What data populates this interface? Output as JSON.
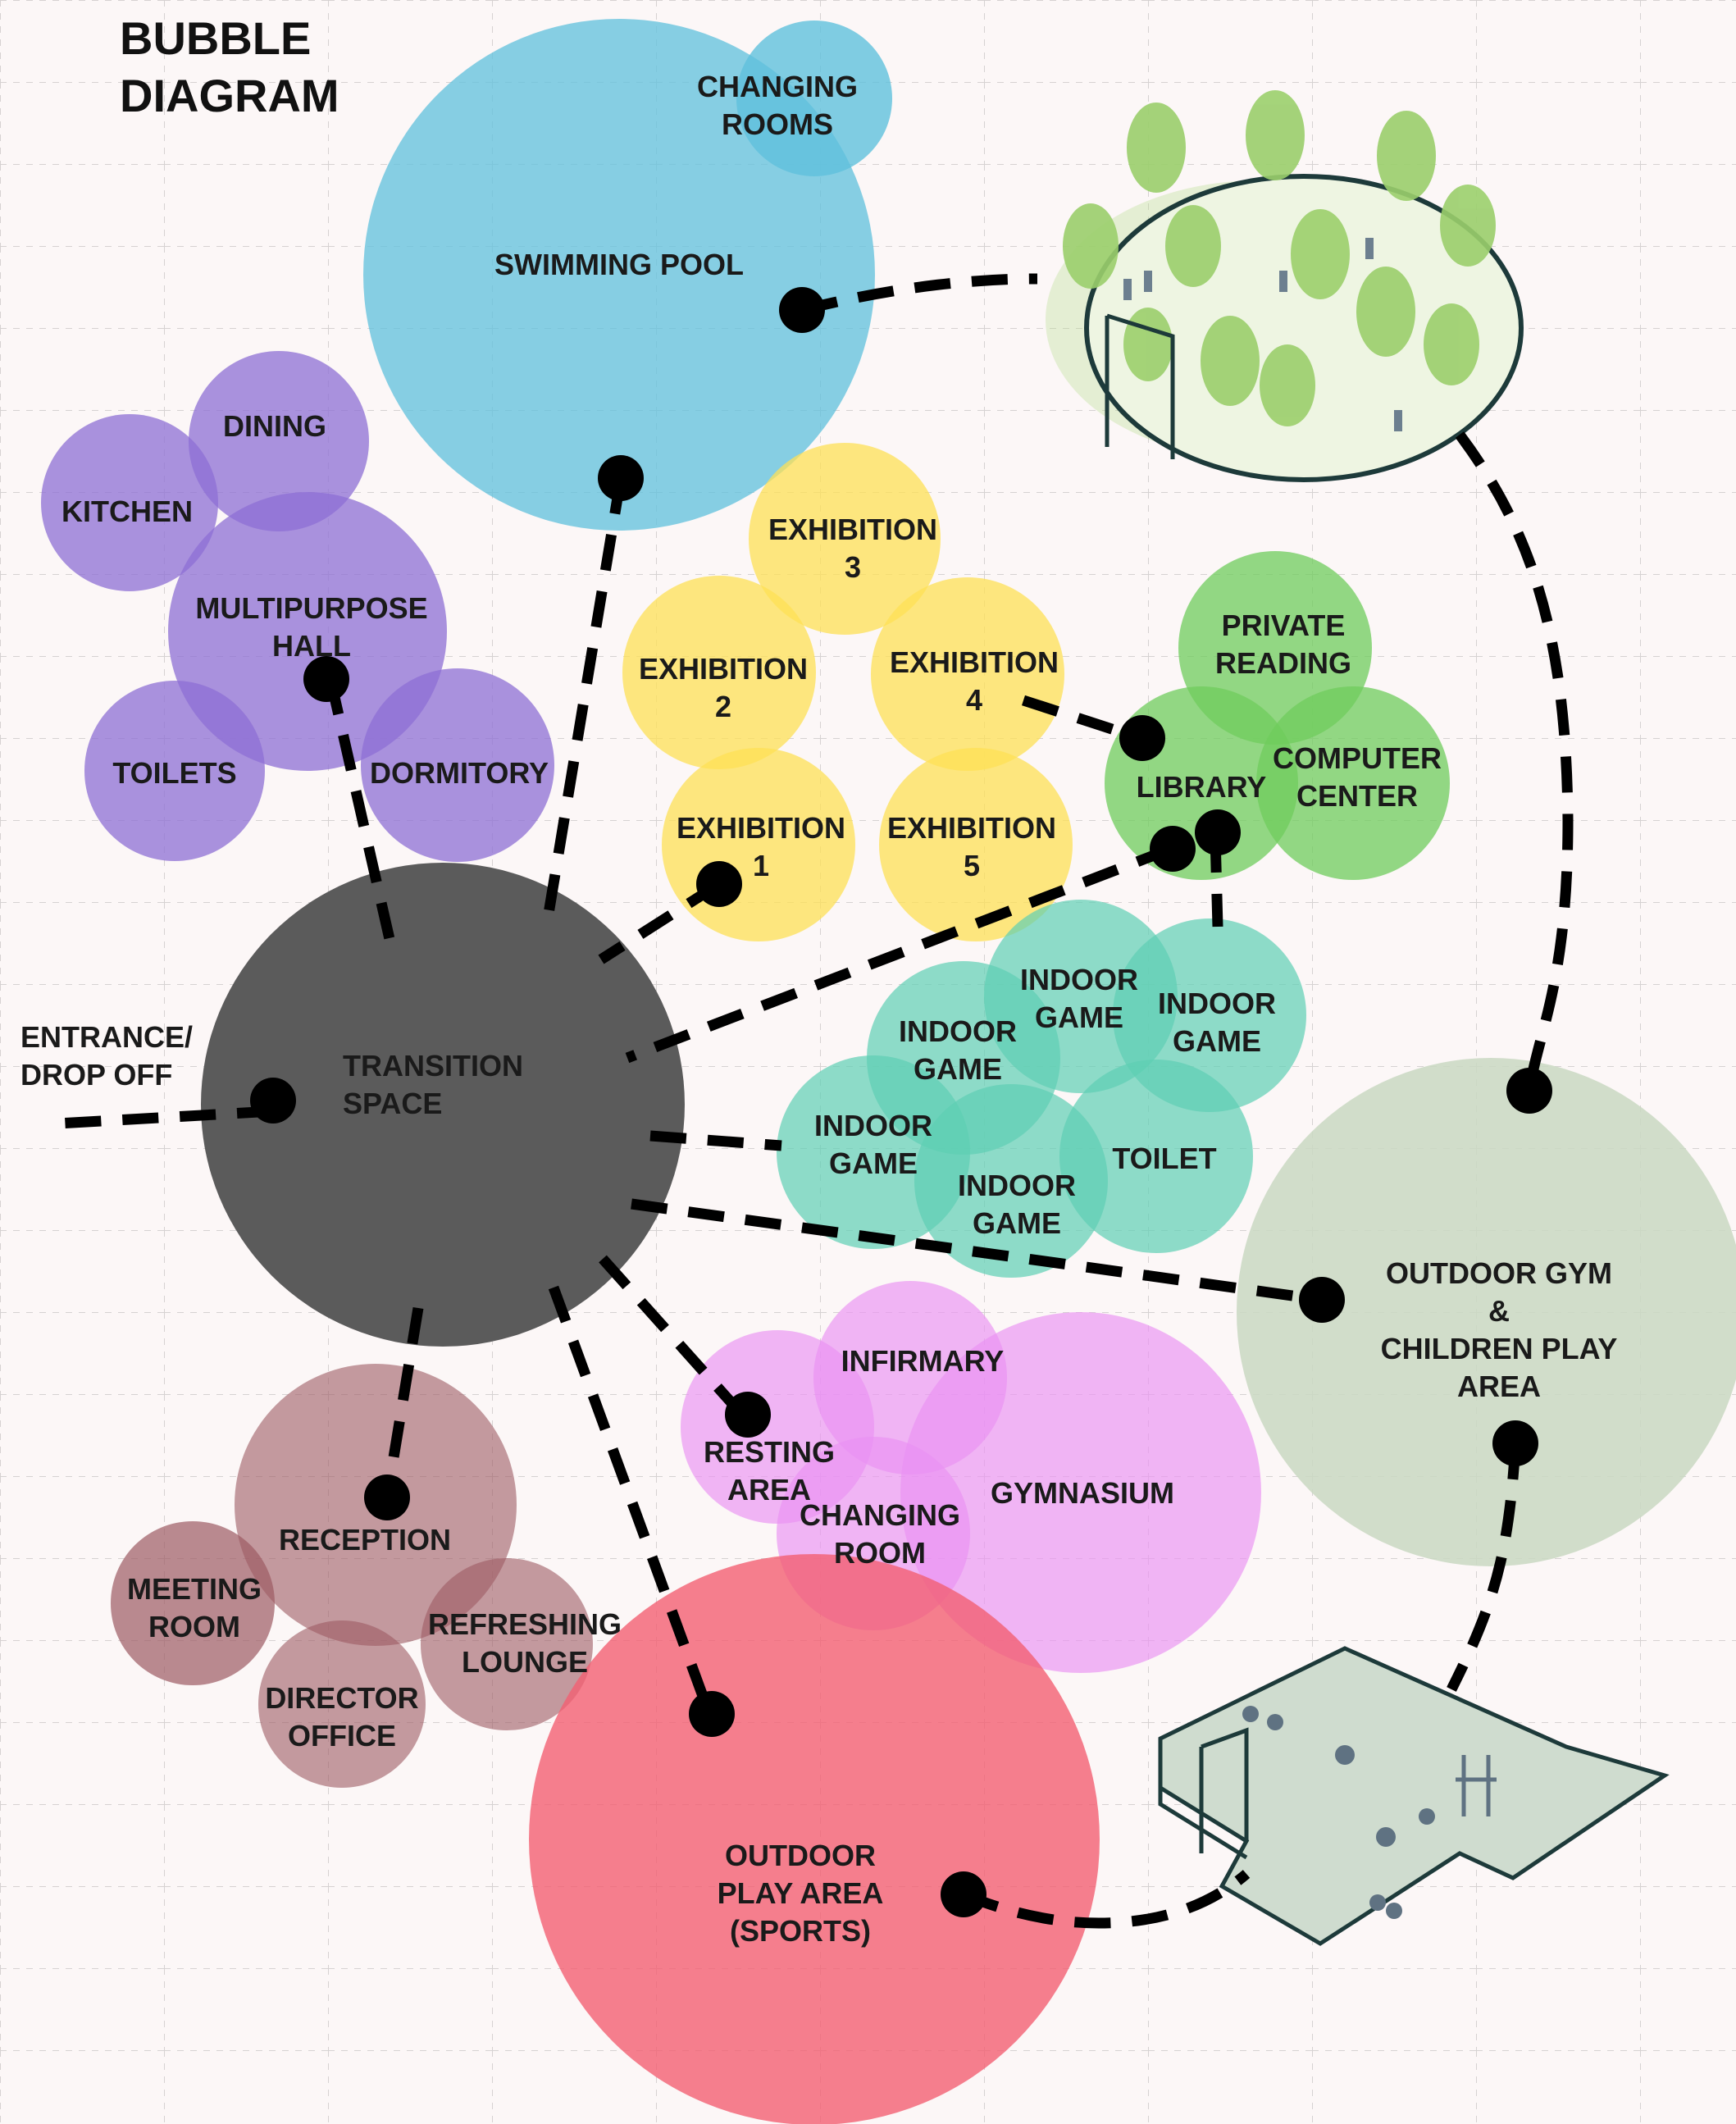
{
  "title": {
    "line1": "BUBBLE",
    "line2": "DIAGRAM"
  },
  "colors": {
    "swimming": "#5fc0dc",
    "purple": "#8d6fd4",
    "yellow": "#fde055",
    "green": "#6fcc5c",
    "teal": "#5ecfb4",
    "gray": "#5b5b5b",
    "magenta": "#ea90f2",
    "red": "#f25f72",
    "maroon": "#9c5a62",
    "sage": "#c9d8c2"
  },
  "labels": {
    "changing_rooms": [
      "CHANGING",
      "ROOMS"
    ],
    "swimming_pool": [
      "SWIMMING POOL"
    ],
    "dining": [
      "DINING"
    ],
    "kitchen": [
      "KITCHEN"
    ],
    "multipurpose_hall": [
      "MULTIPURPOSE",
      "HALL"
    ],
    "toilets": [
      "TOILETS"
    ],
    "dormitory": [
      "DORMITORY"
    ],
    "exhibition_3": [
      "EXHIBITION",
      "3"
    ],
    "exhibition_2": [
      "EXHIBITION",
      "2"
    ],
    "exhibition_4": [
      "EXHIBITION",
      "4"
    ],
    "exhibition_1": [
      "EXHIBITION",
      "1"
    ],
    "exhibition_5": [
      "EXHIBITION",
      "5"
    ],
    "private_reading": [
      "PRIVATE",
      "READING"
    ],
    "library": [
      "LIBRARY"
    ],
    "computer_center": [
      "COMPUTER",
      "CENTER"
    ],
    "indoor_game_top": [
      "INDOOR",
      "GAME"
    ],
    "indoor_game_right": [
      "INDOOR",
      "GAME"
    ],
    "indoor_game_left_upper": [
      "INDOOR",
      "GAME"
    ],
    "indoor_game_left_lower": [
      "INDOOR",
      "GAME"
    ],
    "indoor_game_bottom": [
      "INDOOR",
      "GAME"
    ],
    "toilet": [
      "TOILET"
    ],
    "entrance": [
      "ENTRANCE/",
      "DROP OFF"
    ],
    "transition_space": [
      "TRANSITION",
      "SPACE"
    ],
    "outdoor_gym": [
      "OUTDOOR GYM",
      "&",
      "CHILDREN PLAY",
      "AREA"
    ],
    "infirmary": [
      "INFIRMARY"
    ],
    "resting_area": [
      "RESTING",
      "AREA"
    ],
    "changing_room": [
      "CHANGING",
      "ROOM"
    ],
    "gymnasium": [
      "GYMNASIUM"
    ],
    "reception": [
      "RECEPTION"
    ],
    "meeting_room": [
      "MEETING",
      "ROOM"
    ],
    "refreshing_lounge": [
      "REFRESHING",
      "LOUNGE"
    ],
    "director_office": [
      "DIRECTOR",
      "OFFICE"
    ],
    "outdoor_play_area": [
      "OUTDOOR",
      "PLAY AREA",
      "(SPORTS)"
    ]
  }
}
